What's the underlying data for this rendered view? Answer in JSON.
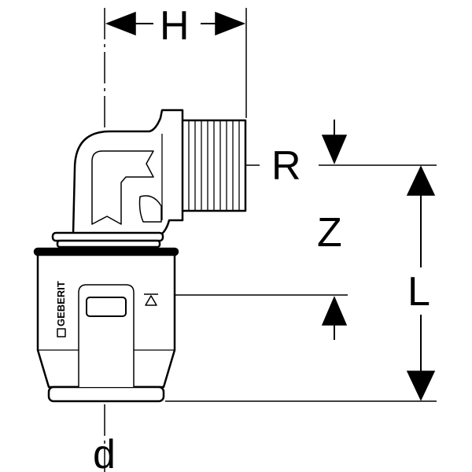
{
  "labels": {
    "H": "H",
    "R": "R",
    "Z": "Z",
    "L": "L",
    "d": "d"
  },
  "logo_text": "GEBERIT",
  "colors": {
    "line": "#000000",
    "background": "#ffffff"
  }
}
